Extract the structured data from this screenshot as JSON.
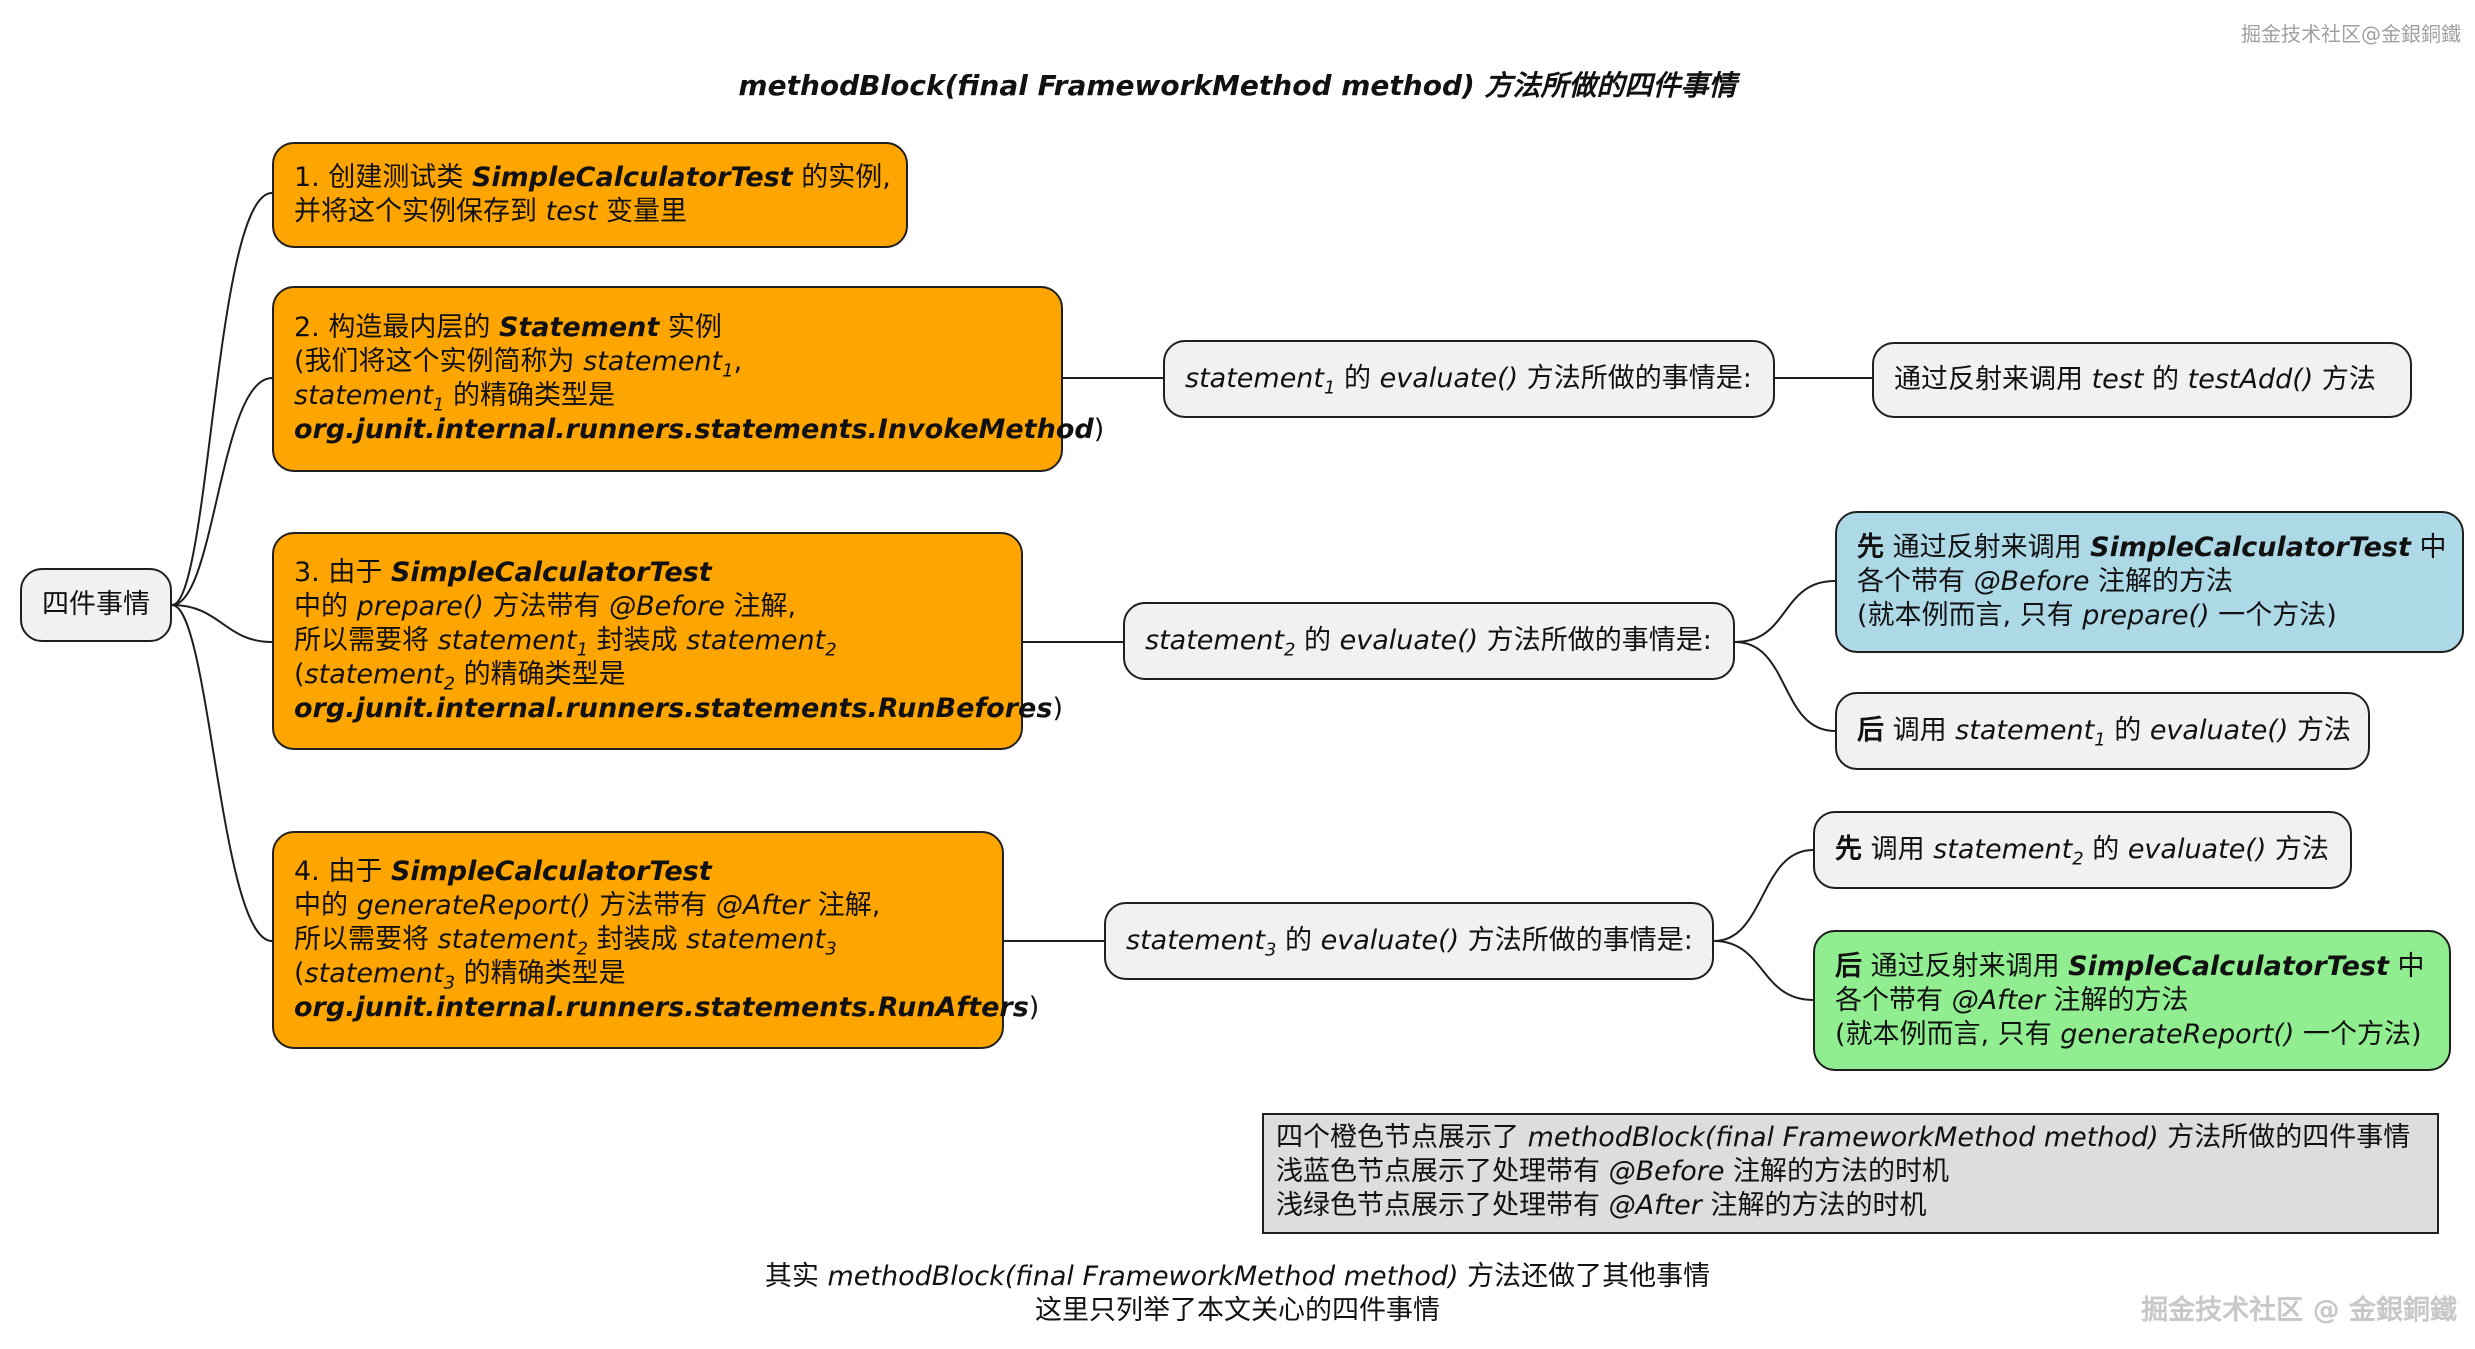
{
  "watermark_top": "掘金技术社区@金銀銅鐵",
  "watermark_bottom": "掘金技术社区 @ 金銀銅鐵",
  "title": "methodBlock(final FrameworkMethod method) 方法所做的四件事情",
  "root": "四件事情",
  "step1": {
    "line1_pre": "1. 创建测试类 ",
    "class_name": "SimpleCalculatorTest",
    "line1_post": " 的实例,",
    "line2_pre": "并将这个实例保存到 ",
    "var": "test",
    "line2_post": " 变量里"
  },
  "step2": {
    "line1": "2. 构造最内层的 ",
    "statement_word": "Statement",
    "line1_post": " 实例",
    "line2_pre": "(我们将这个实例简称为 ",
    "stmt": "statement",
    "sub": "1",
    "line2_post": ",",
    "line3_post": " 的精确类型是",
    "type": "org.junit.internal.runners.statements.InvokeMethod",
    "close": ")"
  },
  "step3": {
    "line1_pre": "3. 由于 ",
    "class_name": "SimpleCalculatorTest",
    "line2_pre": "中的 ",
    "method": "prepare()",
    "line2_mid": " 方法带有 ",
    "annotation": "@Before",
    "line2_post": " 注解,",
    "line3_pre": "所以需要将 ",
    "stmt": "statement",
    "sub_in": "1",
    "line3_mid": " 封装成 ",
    "sub_out": "2",
    "line4_pre": "(",
    "line4_post": " 的精确类型是",
    "type": "org.junit.internal.runners.statements.RunBefores",
    "close": ")"
  },
  "step4": {
    "line1_pre": "4. 由于 ",
    "class_name": "SimpleCalculatorTest",
    "line2_pre": "中的 ",
    "method": "generateReport()",
    "line2_mid": " 方法带有 ",
    "annotation": "@After",
    "line2_post": " 注解,",
    "line3_pre": "所以需要将 ",
    "stmt": "statement",
    "sub_in": "2",
    "line3_mid": " 封装成 ",
    "sub_out": "3",
    "line4_pre": "(",
    "line4_post": " 的精确类型是",
    "type": "org.junit.internal.runners.statements.RunAfters",
    "close": ")"
  },
  "eval1": {
    "stmt": "statement",
    "sub": "1",
    "mid": " 的 ",
    "method": "evaluate()",
    "post": " 方法所做的事情是:"
  },
  "eval2": {
    "stmt": "statement",
    "sub": "2",
    "mid": " 的 ",
    "method": "evaluate()",
    "post": " 方法所做的事情是:"
  },
  "eval3": {
    "stmt": "statement",
    "sub": "3",
    "mid": " 的 ",
    "method": "evaluate()",
    "post": " 方法所做的事情是:"
  },
  "leaf1": {
    "pre": "通过反射来调用 ",
    "var": "test",
    "mid": " 的 ",
    "method": "testAdd()",
    "post": " 方法"
  },
  "leaf2a": {
    "first": "先",
    "pre": " 通过反射来调用 ",
    "class_name": "SimpleCalculatorTest",
    "post": " 中",
    "line2_pre": "各个带有 ",
    "annotation": "@Before",
    "line2_post": " 注解的方法",
    "line3_pre": "(就本例而言, 只有 ",
    "method": "prepare()",
    "line3_post": " 一个方法)"
  },
  "leaf2b": {
    "first": "后",
    "pre": " 调用 ",
    "stmt": "statement",
    "sub": "1",
    "mid": " 的 ",
    "method": "evaluate()",
    "post": " 方法"
  },
  "leaf3a": {
    "first": "先",
    "pre": " 调用 ",
    "stmt": "statement",
    "sub": "2",
    "mid": " 的 ",
    "method": "evaluate()",
    "post": " 方法"
  },
  "leaf3b": {
    "first": "后",
    "pre": " 通过反射来调用 ",
    "class_name": "SimpleCalculatorTest",
    "post": " 中",
    "line2_pre": "各个带有 ",
    "annotation": "@After",
    "line2_post": " 注解的方法",
    "line3_pre": "(就本例而言, 只有 ",
    "method": "generateReport()",
    "line3_post": " 一个方法)"
  },
  "legend": {
    "line1_pre": "四个橙色节点展示了 ",
    "line1_method": "methodBlock(final FrameworkMethod method)",
    "line1_post": " 方法所做的四件事情",
    "line2_pre": "浅蓝色节点展示了处理带有 ",
    "line2_annotation": "@Before",
    "line2_post": " 注解的方法的时机",
    "line3_pre": "浅绿色节点展示了处理带有 ",
    "line3_annotation": "@After",
    "line3_post": " 注解的方法的时机"
  },
  "caption": {
    "line1_pre": "其实 ",
    "line1_method": "methodBlock(final FrameworkMethod method)",
    "line1_post": " 方法还做了其他事情",
    "line2": "这里只列举了本文关心的四件事情"
  },
  "colors": {
    "orange": "#ffa500",
    "gray": "#f1f1f1",
    "light_blue": "#add8e6",
    "light_green": "#90ee90",
    "legend": "#dddddd"
  }
}
